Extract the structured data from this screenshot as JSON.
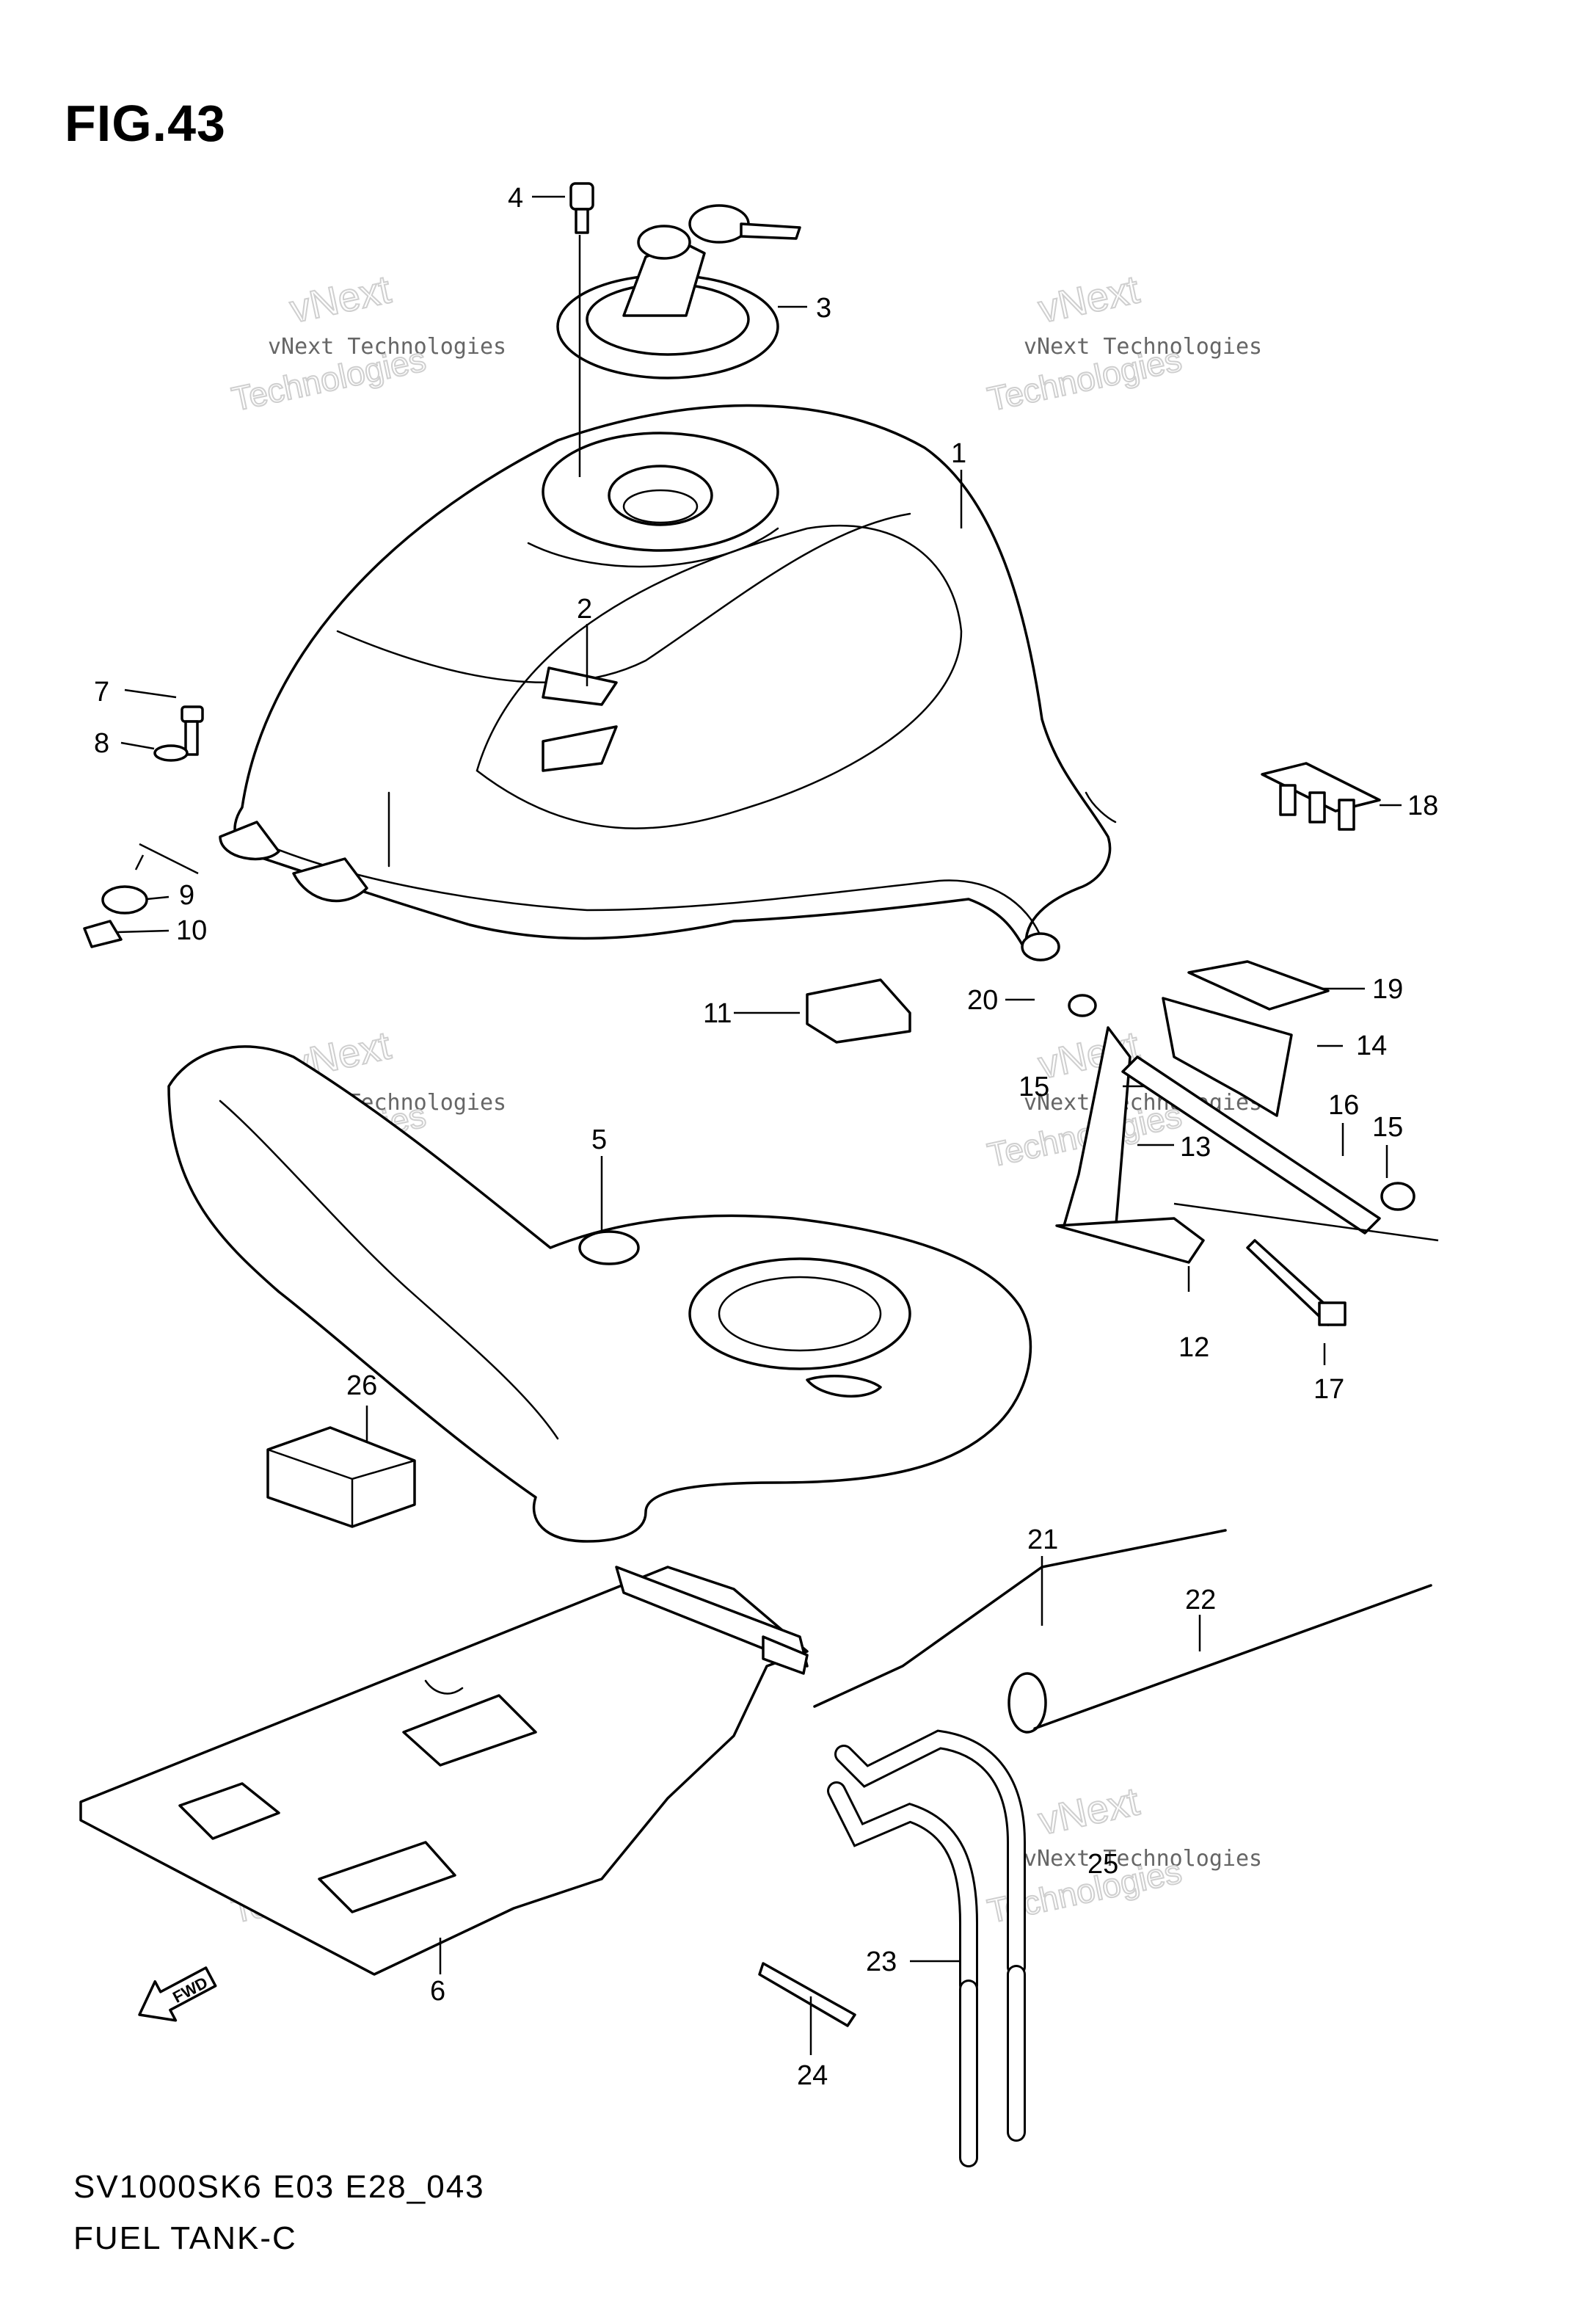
{
  "figure": {
    "title": "FIG.43",
    "code": "SV1000SK6 E03 E28_043",
    "name": "FUEL TANK-C"
  },
  "watermark": {
    "brand_small": "vNext",
    "line": "vNext Technologies",
    "word": "Technologies"
  },
  "fwd_label": "FWD",
  "callouts": [
    "1",
    "2",
    "3",
    "4",
    "5",
    "6",
    "7",
    "8",
    "9",
    "10",
    "11",
    "12",
    "13",
    "14",
    "15",
    "15",
    "16",
    "17",
    "18",
    "19",
    "20",
    "21",
    "22",
    "23",
    "24",
    "25",
    "26"
  ]
}
